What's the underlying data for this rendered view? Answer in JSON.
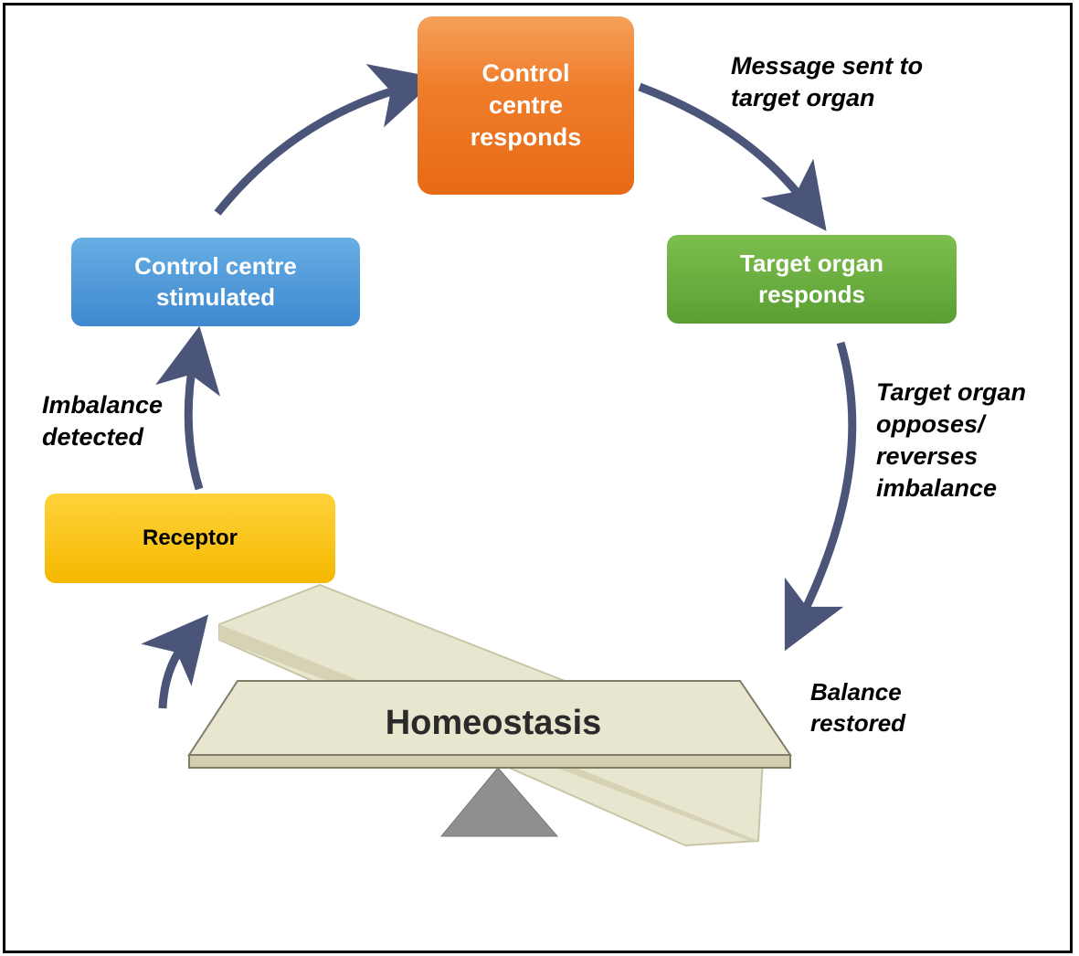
{
  "title": "",
  "nodes": {
    "control_centre_responds": {
      "lines": [
        "Control",
        "centre",
        "responds"
      ],
      "color": "#ef7d2a"
    },
    "control_centre_stimulated": {
      "lines": [
        "Control centre",
        "stimulated"
      ],
      "color": "#4a93d6"
    },
    "target_organ_responds": {
      "lines": [
        "Target organ",
        "responds"
      ],
      "color": "#6aae3f"
    },
    "receptor": {
      "lines": [
        "Receptor"
      ],
      "color": "#fcc40d"
    }
  },
  "edge_labels": {
    "message": [
      "Message sent to",
      "target organ"
    ],
    "imbalance": [
      "Imbalance",
      "detected"
    ],
    "target_opposes": [
      "Target organ",
      "opposes/",
      "reverses",
      "imbalance"
    ],
    "balance": [
      "Balance",
      "restored"
    ]
  },
  "scale": {
    "label": "Homeostasis",
    "board_color": "#e8e6cf"
  },
  "arrow_color": "#4b5479"
}
